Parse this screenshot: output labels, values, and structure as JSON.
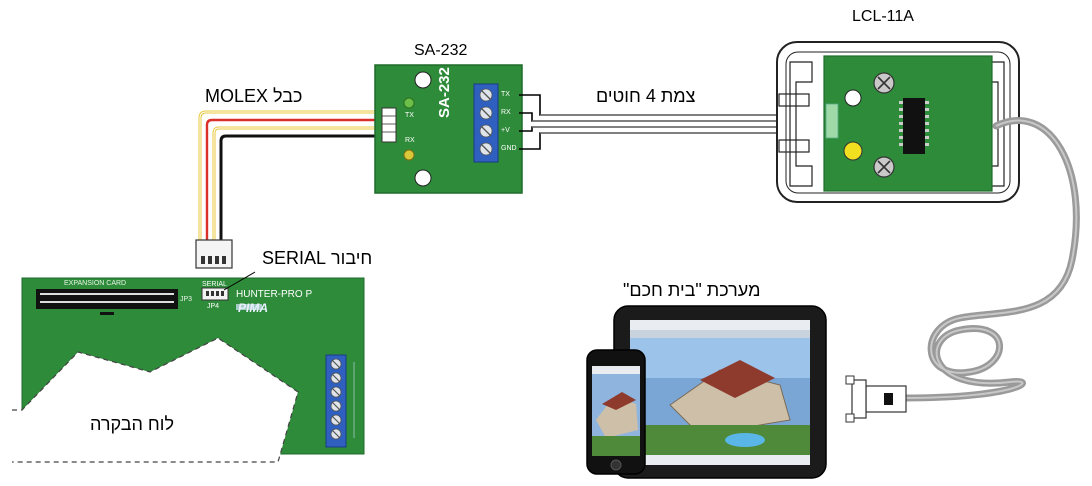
{
  "labels": {
    "lcl_title": "LCL-11A",
    "sa_title": "SA-232",
    "molex_cable": "כבל MOLEX",
    "four_wire_bundle": "צמת 4 חוטים",
    "serial_connection": "חיבור SERIAL",
    "smart_home": "מערכת \"בית חכם\"",
    "control_panel": "לוח הבקרה"
  },
  "sa232_board": {
    "vertical_label": "SA-232",
    "left_pins": [
      "TX",
      "RX"
    ],
    "terminal_pins": [
      "TX",
      "RX",
      "+V",
      "GND"
    ]
  },
  "panel_board": {
    "expansion_label": "EXPANSION CARD",
    "jp3_label": "JP3",
    "serial_label": "SERIAL",
    "jp4_label": "JP4",
    "model_label": "HUNTER-PRO P",
    "brand_label": "PIMA"
  },
  "colors": {
    "board_green": "#2e8b3a",
    "board_dark_green": "#1f6b2a",
    "terminal_blue": "#2f5fbf",
    "wire_yellow": "#e8c840",
    "wire_red": "#d9302a",
    "wire_black": "#111111",
    "cable_gray": "#9a9a9a"
  }
}
